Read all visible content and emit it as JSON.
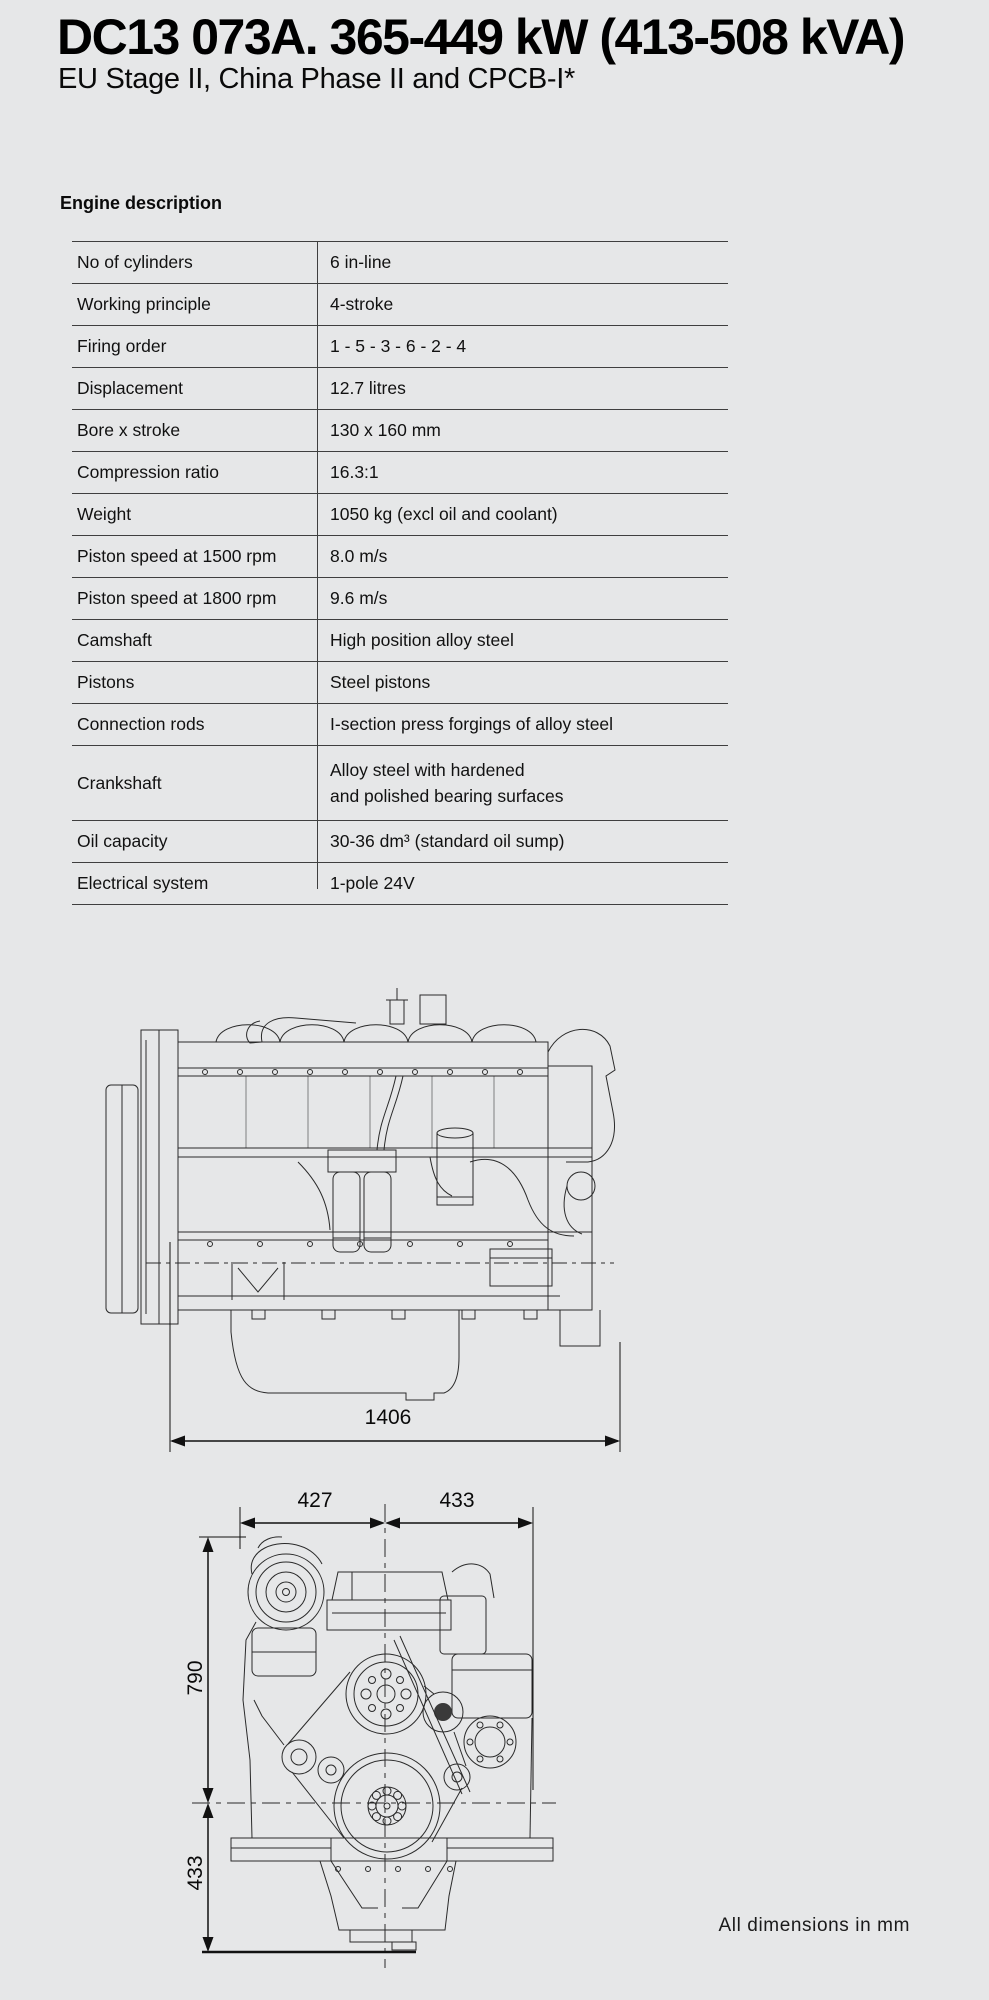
{
  "header": {
    "title": "DC13 073A. 365-449 kW (413-508 kVA)",
    "subtitle": "EU Stage II, China Phase II and CPCB-I*"
  },
  "engine_table": {
    "heading": "Engine description",
    "rows": [
      {
        "label": "No of cylinders",
        "value": "6 in-line"
      },
      {
        "label": "Working principle",
        "value": "4-stroke"
      },
      {
        "label": "Firing order",
        "value": "1 - 5 - 3 - 6 - 2 - 4"
      },
      {
        "label": "Displacement",
        "value": "12.7 litres"
      },
      {
        "label": "Bore x stroke",
        "value": "130 x 160 mm"
      },
      {
        "label": "Compression ratio",
        "value": "16.3:1"
      },
      {
        "label": "Weight",
        "value": "1050 kg (excl oil and coolant)"
      },
      {
        "label": "Piston speed at 1500 rpm",
        "value": "8.0 m/s"
      },
      {
        "label": "Piston speed at 1800 rpm",
        "value": "9.6 m/s"
      },
      {
        "label": "Camshaft",
        "value": "High position alloy steel"
      },
      {
        "label": "Pistons",
        "value": "Steel pistons"
      },
      {
        "label": "Connection rods",
        "value": "I-section press forgings of alloy steel"
      },
      {
        "label": "Crankshaft",
        "value": "Alloy steel with hardened\nand polished bearing surfaces"
      },
      {
        "label": "Oil capacity",
        "value": "30-36 dm³ (standard oil sump)"
      },
      {
        "label": "Electrical system",
        "value": "1-pole 24V"
      }
    ]
  },
  "drawings": {
    "side_view": {
      "length_mm": "1406"
    },
    "front_view": {
      "width_left_mm": "427",
      "width_right_mm": "433",
      "height_upper_mm": "790",
      "height_lower_mm": "433"
    }
  },
  "footer": {
    "note": "All dimensions in mm"
  }
}
